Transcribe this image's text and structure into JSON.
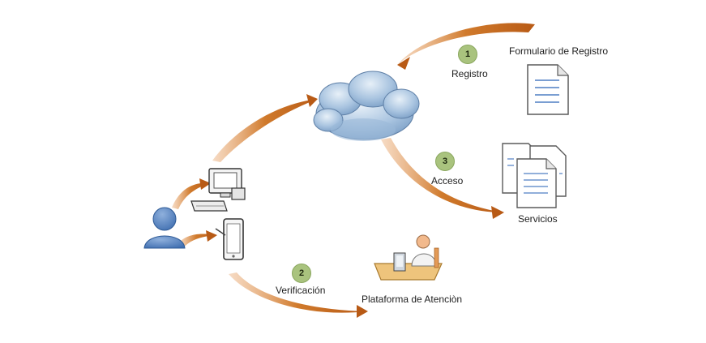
{
  "steps": [
    {
      "number": "1",
      "label": "Registro"
    },
    {
      "number": "2",
      "label": "Verificación"
    },
    {
      "number": "3",
      "label": "Acceso"
    }
  ],
  "nodes": {
    "form": "Formulario de Registro",
    "services": "Servicios",
    "platform": "Plataforma de Atenciòn"
  },
  "colors": {
    "arrow": "#c86a1e",
    "badge": "#a9c37e",
    "user": "#5b87c6",
    "cloud": "#8fb3d6",
    "document_lines": "#4f7fc4"
  },
  "icons": [
    "cloud-icon",
    "user-icon",
    "computer-icon",
    "tablet-icon",
    "document-icon",
    "documents-stack-icon",
    "support-agent-icon"
  ]
}
